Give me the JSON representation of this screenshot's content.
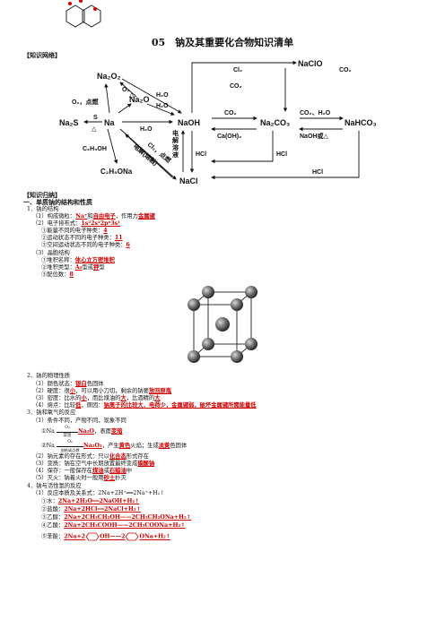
{
  "header": {
    "title": "05　钠及其重要化合物知识清单",
    "network_label": "【知识网络】",
    "summary_label": "【知识归纳】"
  },
  "diagram": {
    "nodes": {
      "na2o2": "Na₂O₂",
      "na2s": "Na₂S",
      "na": "Na",
      "na2o": "Na₂O",
      "naoh": "NaOH",
      "na2co3": "Na₂CO₃",
      "nahco3": "NaHCO₃",
      "naclo": "NaClO",
      "nacl": "NaCl",
      "c2h5oh": "C₂H₅OH",
      "c2h5ona": "C₂H₅ONa"
    },
    "labels": {
      "o2_ignite": "O₂，点燃",
      "o2": "O₂",
      "delta": "△",
      "s": "S",
      "h2o_a": "H₂O",
      "h2o_b": "H₂O",
      "h2o_c": "H₂O",
      "cl2": "Cl₂",
      "co2_a": "CO₂",
      "co2_b": "CO₂",
      "co2_c": "CO₂",
      "co2_h2o": "CO₂、H₂O",
      "naoh_or": "NaOH或△",
      "caoh2": "Ca(OH)₂",
      "hcl_a": "HCl",
      "hcl_b": "HCl",
      "hcl_c": "HCl",
      "electrolysis_melt": "电解(熔融)",
      "cl2_ignite": "Cl₂，点燃",
      "electrolysis_sol": "电解溶液"
    }
  },
  "sections": {
    "s1": "一、单质钠的结构和性质",
    "l1": "1．钠的结构",
    "l1a_pre": "（1）构成微粒：",
    "l1a_ans1": "Na⁺",
    "l1a_mid": "和",
    "l1a_ans2": "自由电子",
    "l1a_post": "，作用力",
    "l1a_ans3": "金属键",
    "l1b_pre": "（2）电子排布式：",
    "l1b_ans": "1s²2s²2p⁶3s¹",
    "l1b1_pre": "①能量不同的电子种类：",
    "l1b1_ans": "4",
    "l1b2_pre": "②运动状态不同的电子种类：",
    "l1b2_ans": "11",
    "l1b3_pre": "③空间运动状态不同的电子种类：",
    "l1b3_ans": "6",
    "l1c": "（3）晶胞结构",
    "l1c1_pre": "①堆积名称：",
    "l1c1_ans": "体心立方密堆积",
    "l1c2_pre": "②堆积类型：",
    "l1c2_ans1": "A₂",
    "l1c2_mid": "型或",
    "l1c2_ans2": "钾",
    "l1c2_post": "型",
    "l1c3_pre": "③配位数：",
    "l1c3_ans": "8",
    "l2": "2．钠的物理性质",
    "l2a_pre": "（1）颜色状态：",
    "l2a_ans": "银白",
    "l2a_post": "色固体",
    "l2b_pre": "（2）硬度：很",
    "l2b_ans1": "小",
    "l2b_mid": "，可以用小刀切，剩余的钠要",
    "l2b_ans2": "放回原瓶",
    "l2c_pre": "（3）密度：比水的",
    "l2c_ans1": "小",
    "l2c_mid": "，而比煤油的",
    "l2c_ans2": "大",
    "l2c_post": "，比酒精的",
    "l2c_ans3": "大",
    "l2d_pre": "（4）熔点：比较",
    "l2d_ans1": "低",
    "l2d_mid": "，原因：",
    "l2d_ans2": "钠离子的比较大，电荷少，金属键弱，破坏金属键所需能量低",
    "l3": "3．钠和氧气的反应",
    "l3a": "（1）条件不同，产物不同，现象不同",
    "l3a1_pre": "①Na",
    "l3a1_top": "O₂",
    "l3a1_bot": "常温",
    "l3a1_ans1": "Na₂O",
    "l3a1_mid": "，表面",
    "l3a1_ans2": "变暗",
    "l3a2_pre": "②Na",
    "l3a2_top": "O₂",
    "l3a2_bot": "加热或点燃",
    "l3a2_ans1": "Na₂O₂",
    "l3a2_mid": "，产生",
    "l3a2_ans2": "黄色",
    "l3a2_mid2": "火焰；生成",
    "l3a2_ans3": "淡黄",
    "l3a2_post": "色固体",
    "l3b_pre": "（2）钠元素的存在形式：只以",
    "l3b_ans": "化合态",
    "l3b_post": "形式存在",
    "l3c_pre": "（3）变质：钠在空气中长期放置最终变成",
    "l3c_ans": "碳酸钠",
    "l3d_pre": "（4）保存：一般保存在",
    "l3d_ans1": "煤油",
    "l3d_mid": "或",
    "l3d_ans2": "石蜡油",
    "l3d_post": "中",
    "l3e_pre": "（5）灭火：钠着火时一般用",
    "l3e_ans": "砂土",
    "l3e_post": "扑灭",
    "l4": "4．钠与活性氢的反应",
    "l4a": "（1）反应本质及关系式：2Na+2H⁺══2Na⁺+H₂↑",
    "l4a1_pre": "①水：",
    "l4a1_ans": "2Na+2H₂O══2NaOH+H₂↑",
    "l4a2_pre": "②盐酸：",
    "l4a2_ans": "2Na+2HCl══2NaCl+H₂↑",
    "l4a3_pre": "③乙醇：",
    "l4a3_ans": "2Na+2CH₃CH₂OH——2CH₃CH₂ONa+H₂↑",
    "l4a4_pre": "④乙酸：",
    "l4a4_ans": "2Na+2CH₃COOH——2CH₃COONa+H₂↑",
    "l4a5_pre": "⑤苯酚：",
    "l4a5_ans1": "2Na+2",
    "l4a5_ans2": "OH——2",
    "l4a5_ans3": "ONa+H₂↑"
  },
  "colors": {
    "answer": "#d10000",
    "text": "#111111"
  }
}
